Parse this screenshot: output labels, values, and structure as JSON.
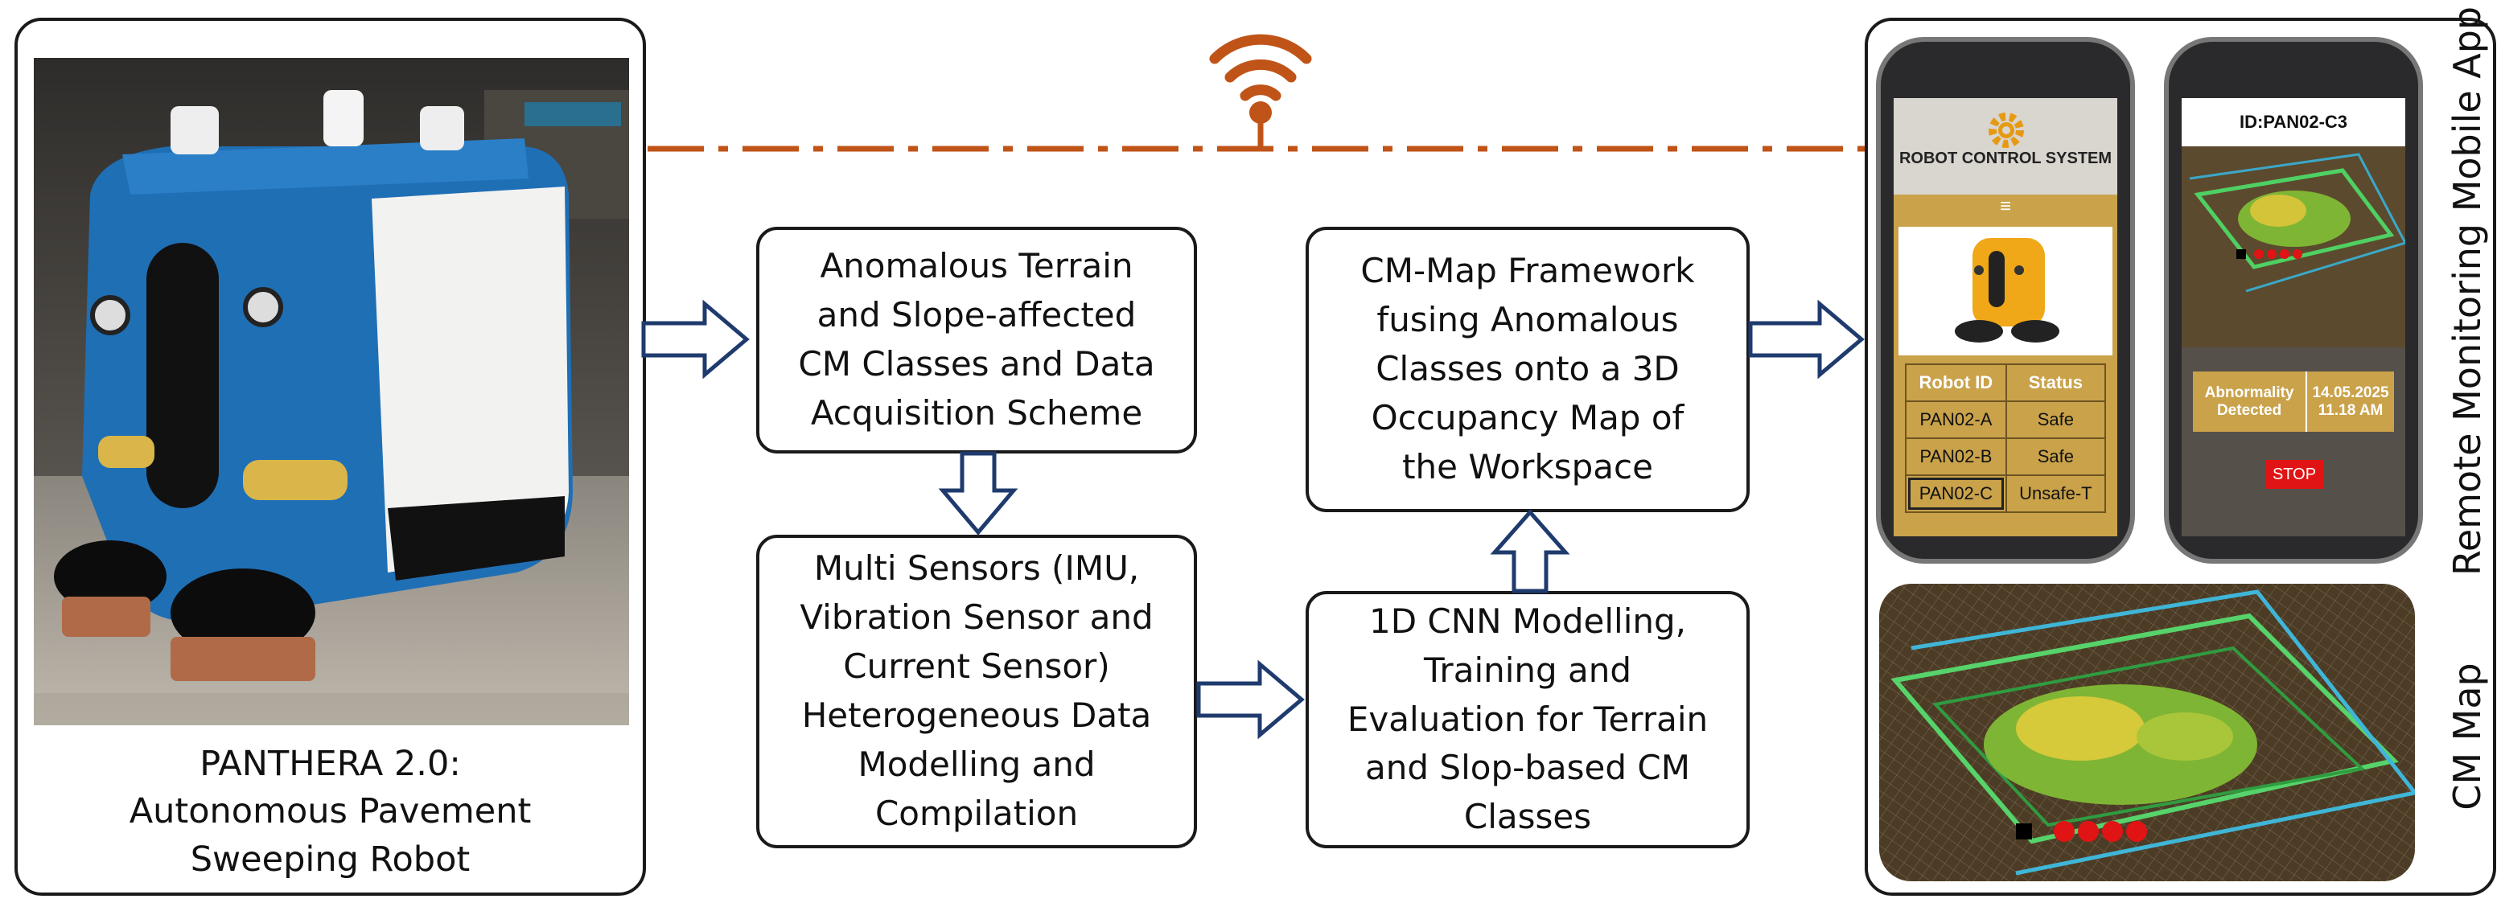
{
  "robot_panel": {
    "caption": "PANTHERA 2.0:\nAutonomous Pavement\nSweeping Robot"
  },
  "flow_boxes": {
    "box1": "Anomalous Terrain\nand Slope-affected\nCM Classes and Data\nAcquisition Scheme",
    "box2": "Multi Sensors (IMU,\nVibration Sensor and\nCurrent Sensor)\nHeterogeneous Data\nModelling and\nCompilation",
    "box3": "1D CNN Modelling,\nTraining and\nEvaluation for Terrain\nand Slop-based CM\nClasses",
    "box4": "CM-Map Framework\nfusing Anomalous\nClasses onto a 3D\nOccupancy Map of\nthe Workspace"
  },
  "right_panel": {
    "app_label": "Remote Monitoring Mobile App",
    "map_label": "CM Map",
    "phone1": {
      "header": "ROBOT CONTROL SYSTEM",
      "menu_glyph": "≡",
      "table_headers": [
        "Robot ID",
        "Status"
      ],
      "rows": [
        {
          "id": "PAN02-A",
          "status": "Safe"
        },
        {
          "id": "PAN02-B",
          "status": "Safe"
        },
        {
          "id": "PAN02-C",
          "status": "Unsafe-T"
        }
      ]
    },
    "phone2": {
      "title": "ID:PAN02-C3",
      "alert_label": "Abnormality\nDetected",
      "alert_time": "14.05.2025\n11.18 AM",
      "stop_label": "STOP"
    }
  },
  "colors": {
    "wireless": "#c05418",
    "arrow_stroke": "#1f3b6e",
    "robot_blue": "#1f6fb5",
    "app_gold": "#c9a24a",
    "alert_red": "#e01414"
  },
  "icons": [
    "wifi-icon",
    "gear-icon",
    "menu-icon"
  ]
}
